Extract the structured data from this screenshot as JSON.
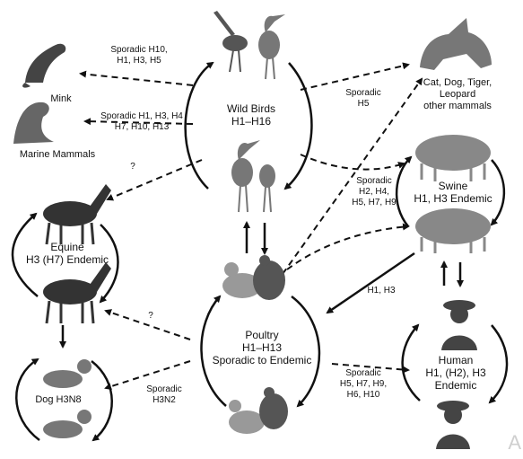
{
  "nodes": {
    "wild_birds": {
      "name": "Wild Birds",
      "subtypes": "H1–H16"
    },
    "swine": {
      "name": "Swine",
      "subtypes": "H1, H3 Endemic"
    },
    "equine": {
      "name": "Equine",
      "subtypes": "H3 (H7) Endemic"
    },
    "poultry": {
      "name": "Poultry",
      "subtypes": "H1–H13",
      "status": "Sporadic to Endemic"
    },
    "human": {
      "name": "Human",
      "subtypes": "H1, (H2), H3",
      "status": "Endemic"
    },
    "mink": {
      "name": "Mink"
    },
    "marine": {
      "name": "Marine Mammals"
    },
    "cat": {
      "line1": "Cat, Dog, Tiger,",
      "line2": "Leopard",
      "line3": "other mammals"
    },
    "dog": {
      "name": "Dog H3N8"
    }
  },
  "edges": {
    "mink": {
      "line1": "Sporadic H10,",
      "line2": "H1, H3, H5"
    },
    "marine": {
      "line1": "Sporadic H1, H3, H4",
      "line2": "H7, H10, H13"
    },
    "cat": {
      "line1": "Sporadic",
      "line2": "H5"
    },
    "swine": {
      "line1": "Sporadic",
      "line2": "H2, H4,",
      "line3": "H5, H7, H9"
    },
    "equine_q": "?",
    "poultry_equine_q": "?",
    "dog": {
      "line1": "Sporadic",
      "line2": "H3N2"
    },
    "swine_poultry": "H1, H3",
    "human": {
      "line1": "Sporadic",
      "line2": "H5, H7, H9,",
      "line3": "H6, H10"
    }
  },
  "watermark": "A",
  "icons": [
    "crane-icon",
    "heron-icon",
    "mink-icon",
    "seal-icon",
    "cat-icon",
    "pig-icon",
    "horse-icon",
    "duck-icon",
    "turkey-icon",
    "dog-icon",
    "human-icon"
  ]
}
